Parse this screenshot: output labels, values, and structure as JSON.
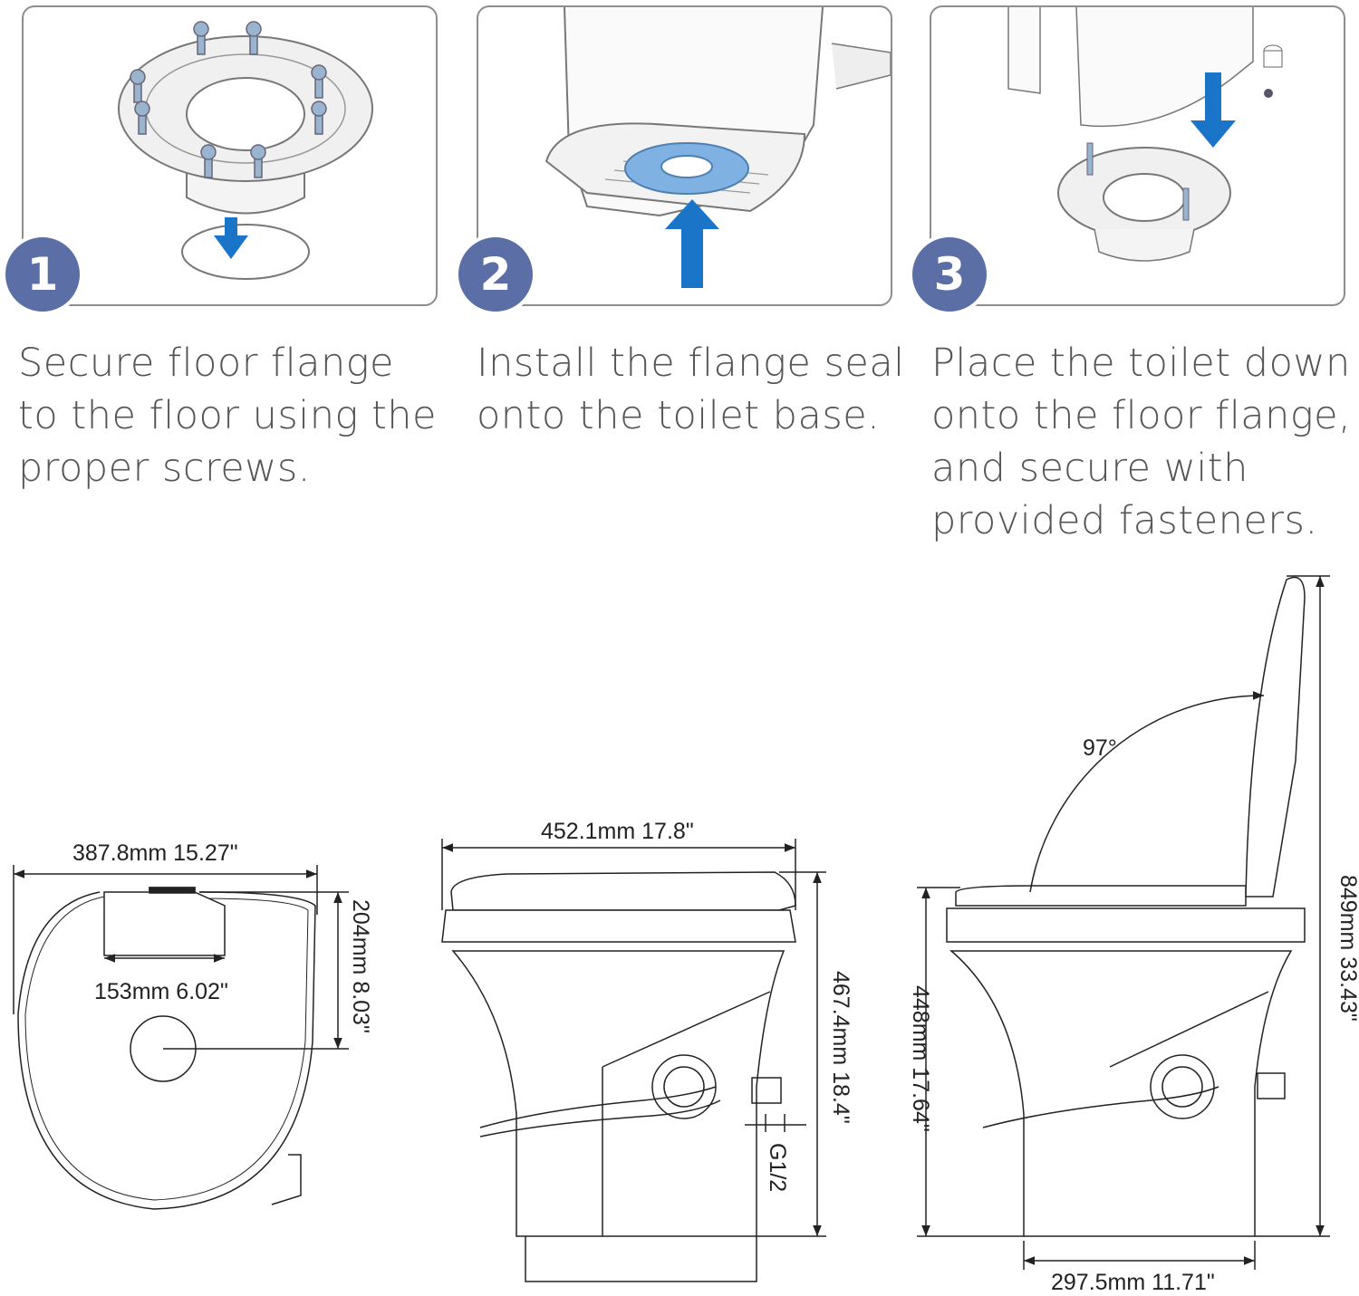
{
  "steps": [
    {
      "number": "1",
      "text": "Secure floor flange to the floor using the proper screws.",
      "lines": [
        "Secure floor flange",
        "to the floor using the",
        "proper screws."
      ]
    },
    {
      "number": "2",
      "text": "Install the flange seal onto the toilet base.",
      "lines": [
        "Install the flange seal",
        "onto the toilet base."
      ]
    },
    {
      "number": "3",
      "text": "Place the toilet down onto the floor flange, and secure with provided fasteners.",
      "lines": [
        "Place the toilet down",
        "onto the floor flange,",
        "and secure with",
        "provided fasteners."
      ]
    }
  ],
  "colors": {
    "badge": "#5b6fa6",
    "arrow": "#1a74c8",
    "seal": "#7fb2e3",
    "line": "#333333"
  },
  "dimensions": {
    "top_width": "387.8mm  15.27\"",
    "seat_depth": "204mm  8.03\"",
    "hinge_width": "153mm  6.02\"",
    "front_width": "452.1mm  17.8\"",
    "front_height": "467.4mm  18.4\"",
    "inlet": "G1/2",
    "angle": "97°",
    "side_seat_height": "448mm  17.64\"",
    "overall_height": "849mm  33.43\"",
    "base_depth": "297.5mm  11.71\""
  }
}
